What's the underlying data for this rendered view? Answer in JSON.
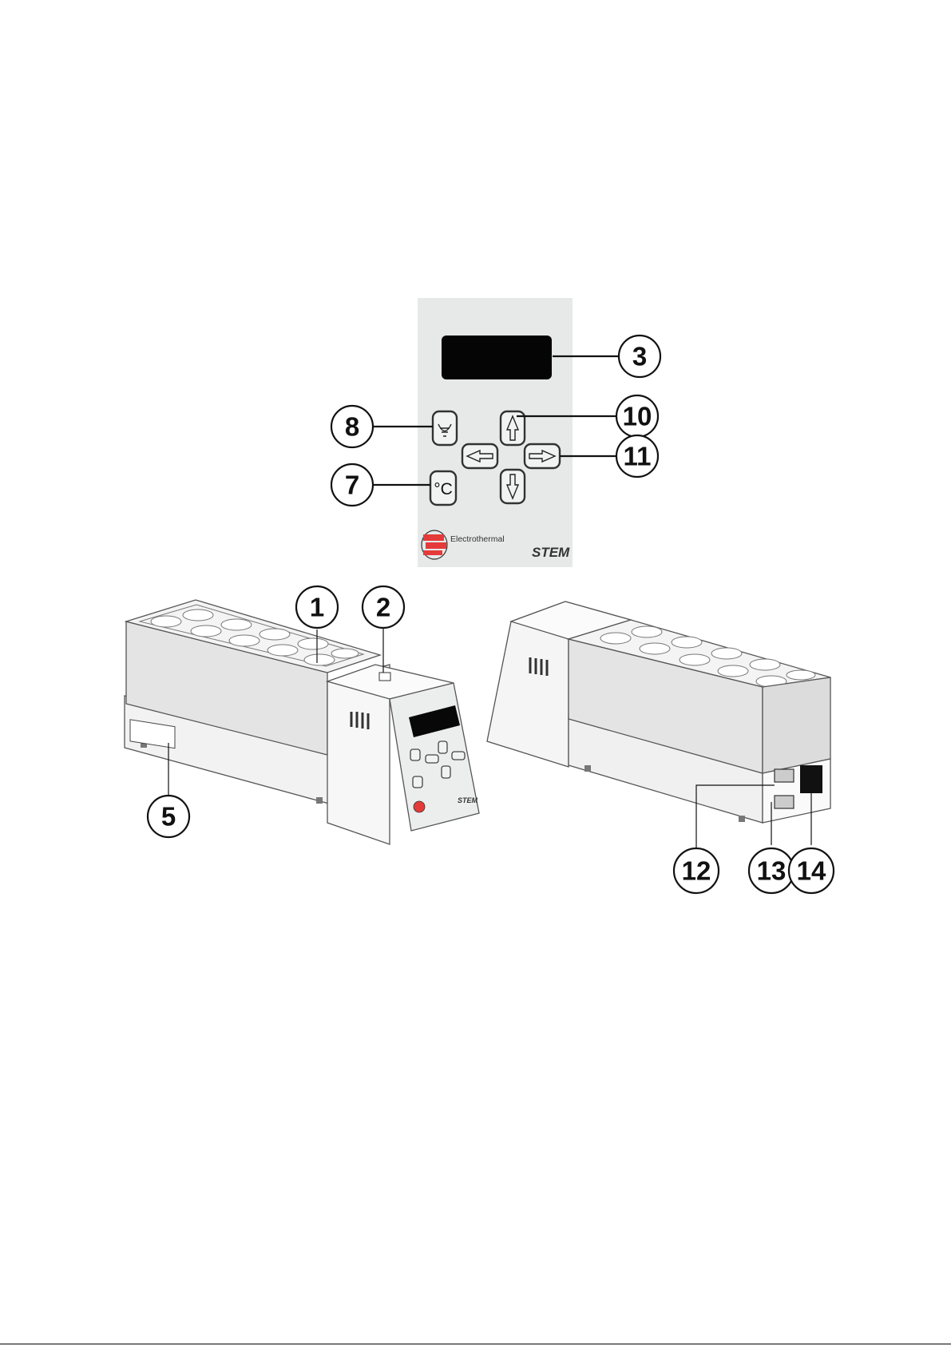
{
  "panel": {
    "brand": "Electrothermal",
    "model": "STEM",
    "celsius_key": "°C",
    "background_color": "#e6e9e8",
    "logo_color": "#e53a3a"
  },
  "callouts": [
    {
      "id": "1",
      "label": "1"
    },
    {
      "id": "2",
      "label": "2"
    },
    {
      "id": "3",
      "label": "3"
    },
    {
      "id": "5",
      "label": "5"
    },
    {
      "id": "7",
      "label": "7"
    },
    {
      "id": "8",
      "label": "8"
    },
    {
      "id": "10",
      "label": "10"
    },
    {
      "id": "11",
      "label": "11"
    },
    {
      "id": "12",
      "label": "12"
    },
    {
      "id": "13",
      "label": "13"
    },
    {
      "id": "14",
      "label": "14"
    }
  ]
}
